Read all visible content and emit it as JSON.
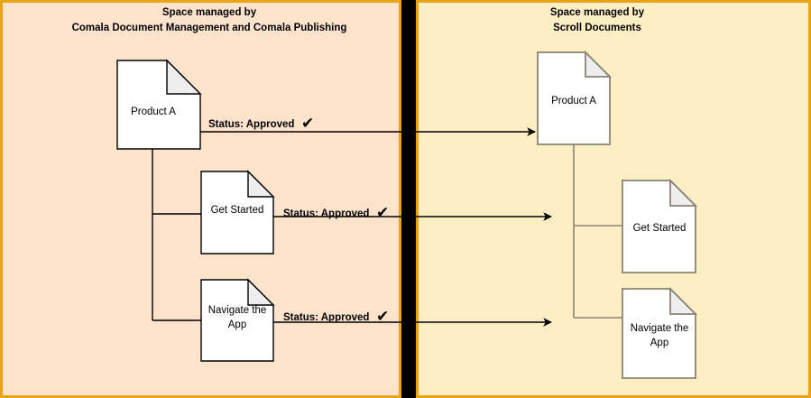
{
  "diagram": {
    "title": "Space managed by Comala Document Management and Comala Publishing / Scroll Documents",
    "colors": {
      "left_panel_fill": "#fde3cb",
      "right_panel_fill": "#fdeec4",
      "panel_border": "#e8a317",
      "divider": "#000000",
      "left_shape_stroke": "#000000",
      "right_shape_stroke": "#8a8374",
      "doc_fill": "#ffffff",
      "fold_fill": "#eeeeee",
      "arrow": "#000000",
      "text": "#000000"
    }
  },
  "left_panel": {
    "heading_line1": "Space managed by",
    "heading_line2": "Comala Document Management and Comala Publishing",
    "documents": [
      {
        "id": "product-a",
        "label": "Product A"
      },
      {
        "id": "get-started",
        "label": "Get Started"
      },
      {
        "id": "navigate-the-app",
        "label_line1": "Navigate the",
        "label_line2": "App"
      }
    ]
  },
  "right_panel": {
    "heading_line1": "Space managed by",
    "heading_line2": "Scroll Documents",
    "documents": [
      {
        "id": "product-a",
        "label": "Product A"
      },
      {
        "id": "get-started",
        "label": "Get Started"
      },
      {
        "id": "navigate-the-app",
        "label_line1": "Navigate the",
        "label_line2": "App"
      }
    ]
  },
  "transitions": [
    {
      "id": "transition-product-a",
      "label": "Status: Approved",
      "icon": "check-mark",
      "glyph": "✔"
    },
    {
      "id": "transition-get-started",
      "label": "Status: Approved",
      "icon": "check-mark",
      "glyph": "✔"
    },
    {
      "id": "transition-navigate-the-app",
      "label": "Status: Approved",
      "icon": "check-mark",
      "glyph": "✔"
    }
  ]
}
